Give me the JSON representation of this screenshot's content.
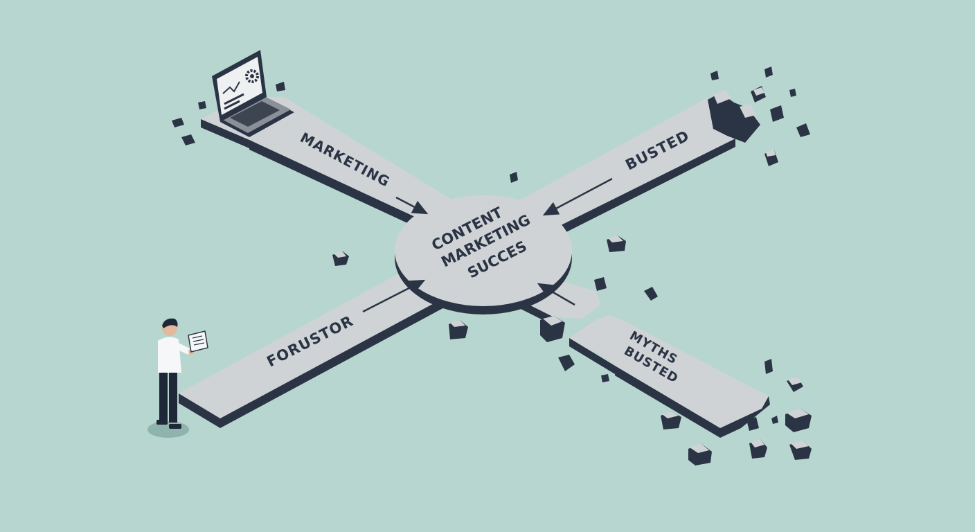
{
  "scene": {
    "background_color": "#b8d6d0",
    "road_top_color": "#cfd3d6",
    "road_side_color": "#2b3444",
    "text_color": "#2a3444"
  },
  "labels": {
    "top_left_road": "MARKETING",
    "top_right_road": "BUSTED",
    "bottom_left_road": "FORUSTOR",
    "bottom_right_road_line1": "MYTHS",
    "bottom_right_road_line2": "BUSTED",
    "hub_line1": "CONTENT",
    "hub_line2": "MARKETING",
    "hub_line3": "SUCCES"
  },
  "icons": {
    "laptop": "laptop-with-chart-and-gear-icon",
    "person": "person-holding-document",
    "debris": "broken-rock-fragments",
    "arrows": "direction-arrows-to-center"
  }
}
